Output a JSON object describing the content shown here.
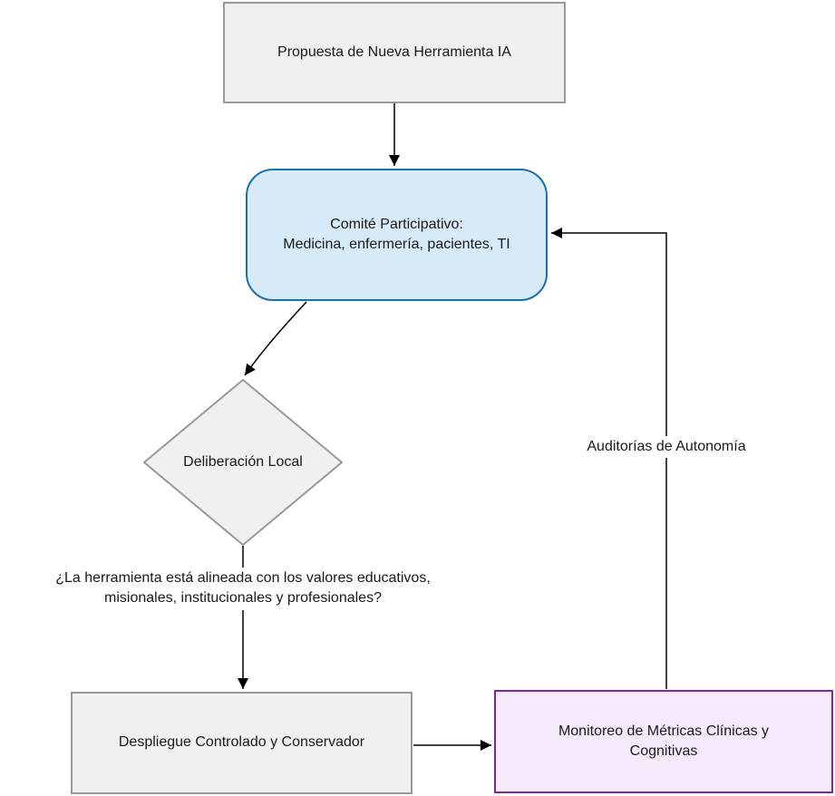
{
  "nodes": {
    "proposal": {
      "label": "Propuesta de Nueva Herramienta IA"
    },
    "committee": {
      "lines": [
        "Comité Participativo:",
        "Medicina, enfermería, pacientes, TI"
      ]
    },
    "deliberation": {
      "label": "Deliberación Local"
    },
    "deployment": {
      "label": "Despliegue Controlado y Conservador"
    },
    "monitoring": {
      "lines": [
        "Monitoreo de Métricas Clínicas y",
        "Cognitivas"
      ]
    }
  },
  "annotations": {
    "question": {
      "lines": [
        "¿La herramienta está alineada con los valores educativos,",
        "misionales, institucionales y profesionales?"
      ]
    },
    "audit": {
      "label": "Auditorías de Autonomía"
    }
  },
  "theme": {
    "canvas_bg": "#ffffff",
    "gray_fill": "#f0f0f0",
    "gray_stroke": "#999999",
    "blue_fill": "#d7eaf8",
    "blue_stroke": "#1a6fae",
    "purple_fill": "#f5eafc",
    "purple_stroke": "#7d26a8",
    "edge_color": "#000000",
    "text_color": "#1a1a1a"
  }
}
